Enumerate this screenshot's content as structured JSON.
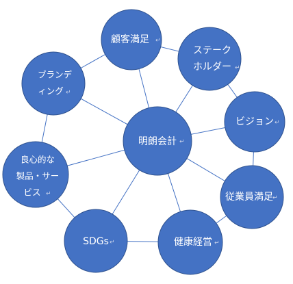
{
  "diagram": {
    "center": {
      "label": "明朗会計"
    },
    "nodes": [
      {
        "id": "customer",
        "lines": [
          "顧客満足"
        ]
      },
      {
        "id": "stakeholder",
        "lines": [
          "ステーク",
          "ホルダー"
        ]
      },
      {
        "id": "vision",
        "lines": [
          "ビジョン"
        ]
      },
      {
        "id": "employee",
        "lines": [
          "従業員満足"
        ]
      },
      {
        "id": "health",
        "lines": [
          "健康経営"
        ]
      },
      {
        "id": "sdgs",
        "lines": [
          "SDGs"
        ]
      },
      {
        "id": "products",
        "lines": [
          "良心的な",
          "製品・サー",
          "ビス"
        ]
      },
      {
        "id": "branding",
        "lines": [
          "ブランデ",
          "ィング"
        ]
      }
    ]
  },
  "colors": {
    "node_fill": "#4472c4",
    "node_stroke": "#2f528f",
    "edge": "#4472c4",
    "text": "#ffffff"
  }
}
